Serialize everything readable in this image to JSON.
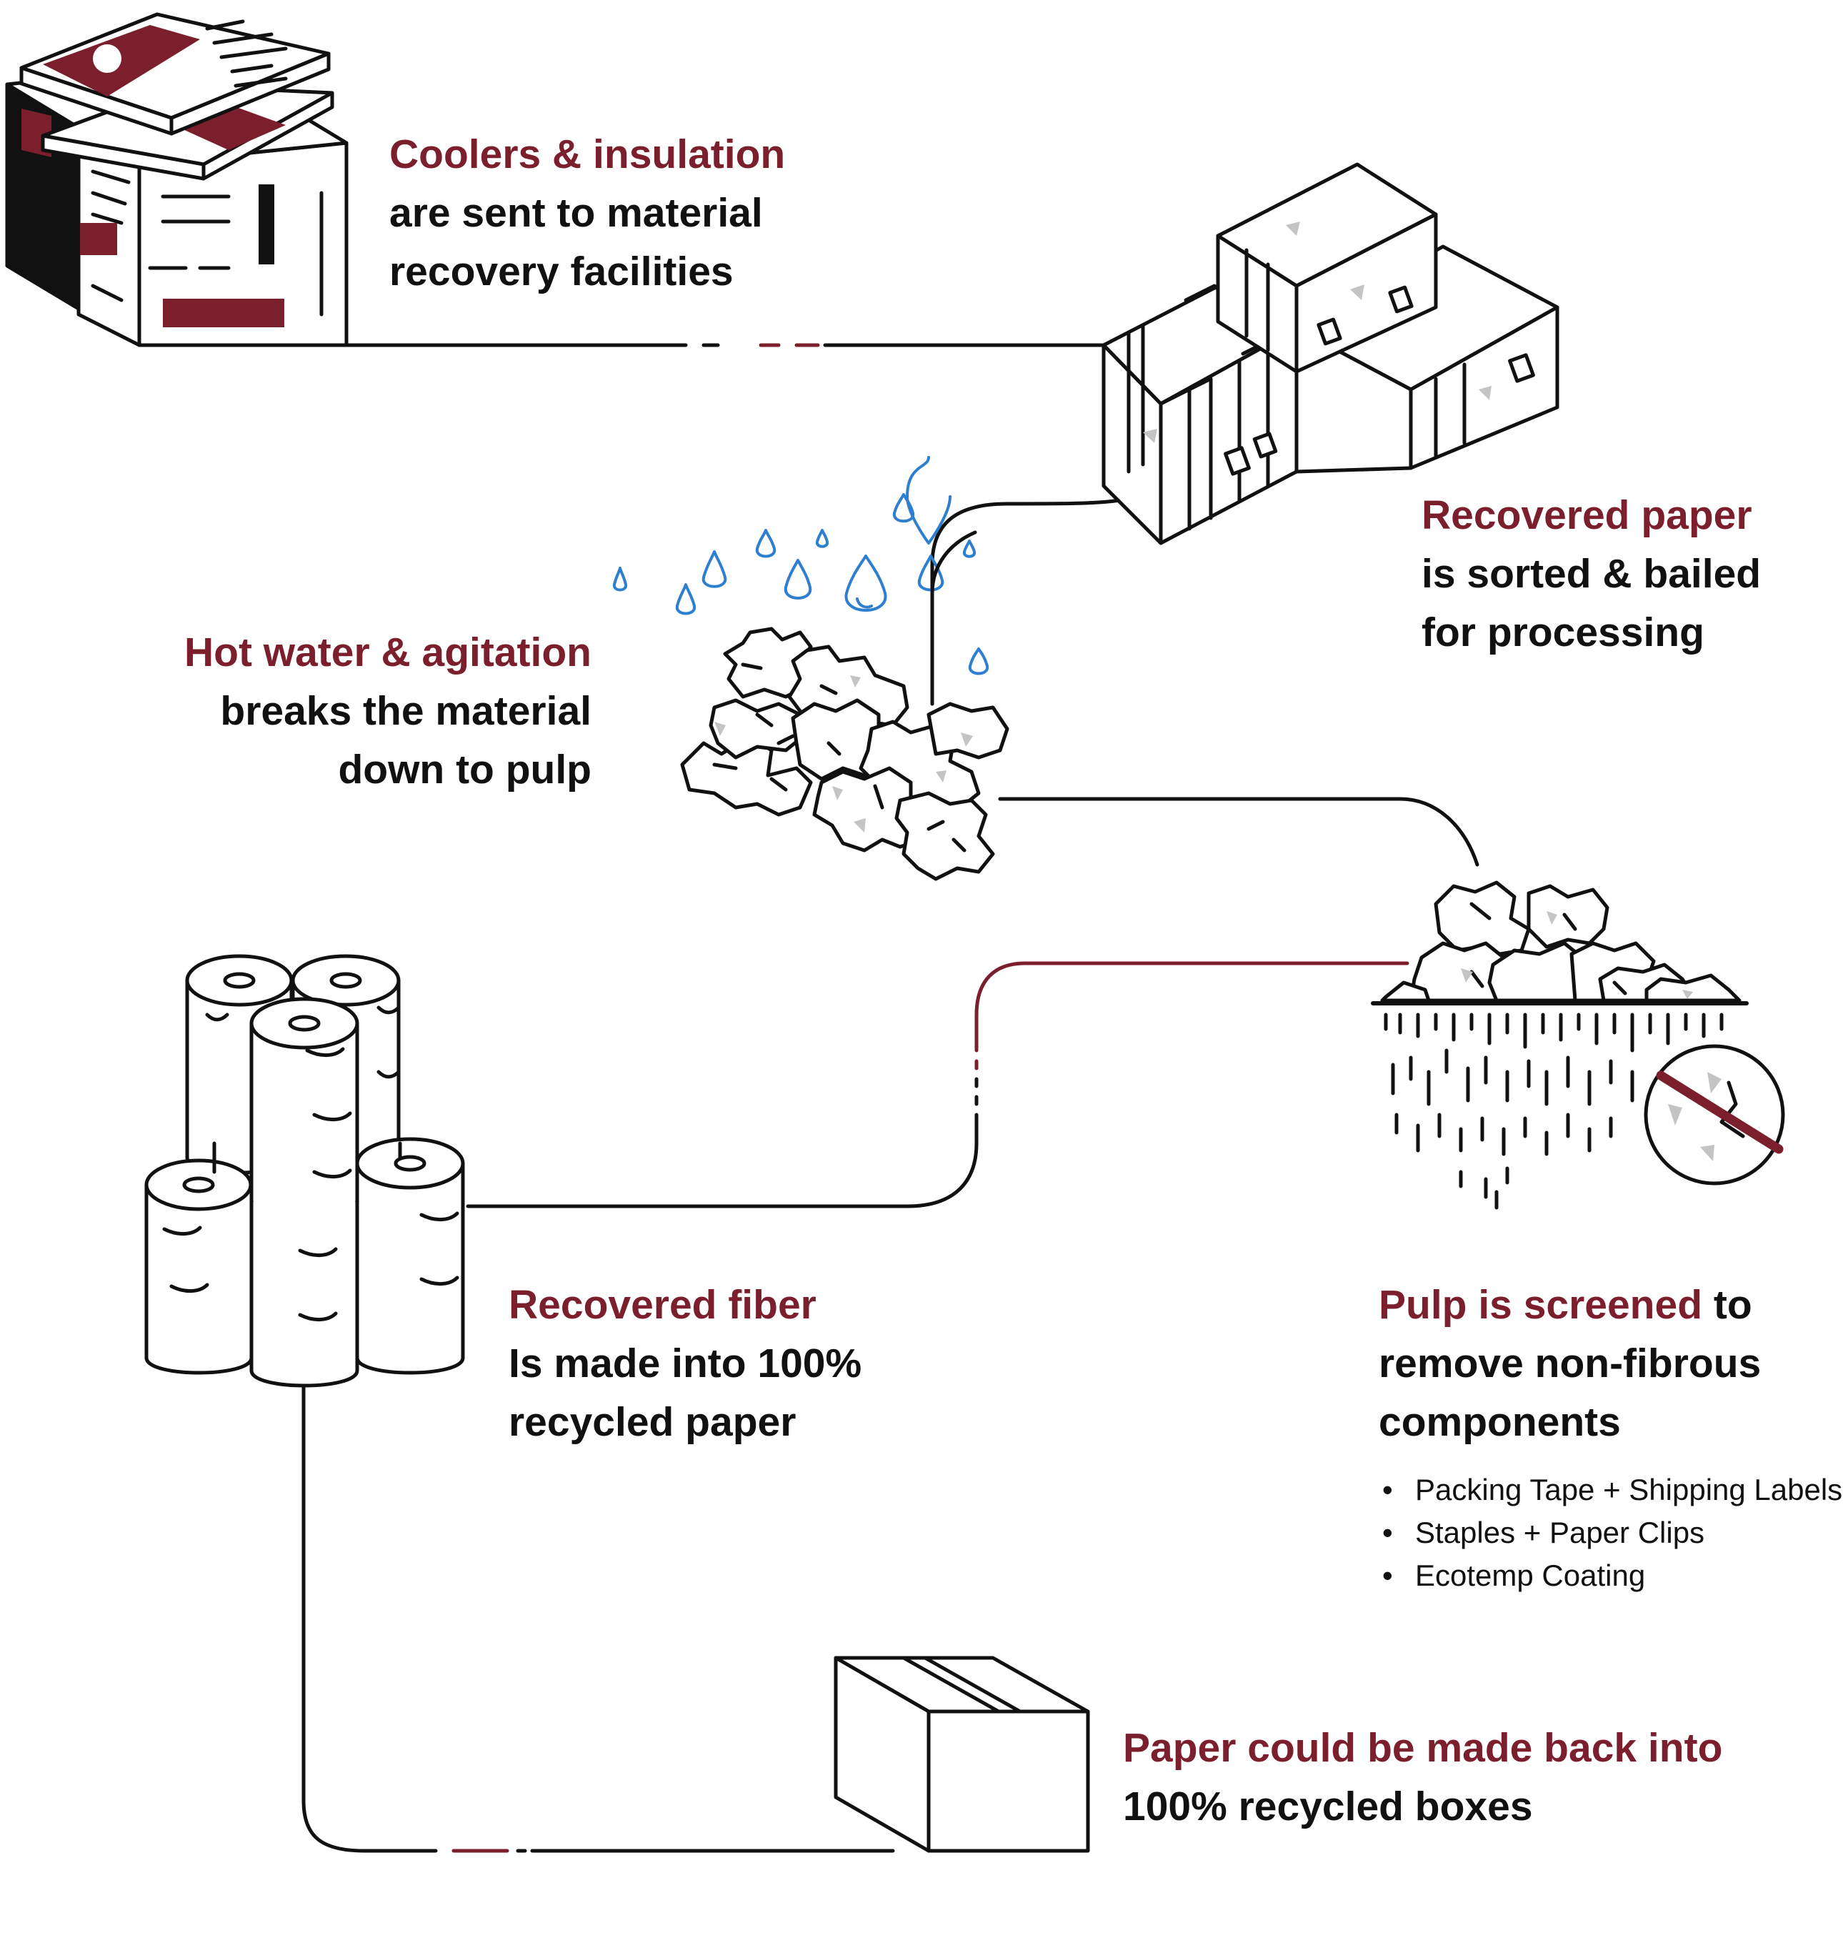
{
  "colors": {
    "accent": "#7a1f2b",
    "ink": "#111111",
    "water": "#2f7fd0",
    "debris": "#c4c4c4"
  },
  "icons": [
    "cooler-boxes-icon",
    "paper-bales-icon",
    "water-drops-icon",
    "pulp-icon",
    "screen-icon",
    "no-debris-icon",
    "paper-rolls-icon",
    "recycled-box-icon"
  ],
  "steps": {
    "coolers": {
      "highlight": "Coolers & insulation",
      "line2": "are sent to material",
      "line3": "recovery facilities"
    },
    "recovered": {
      "highlight": "Recovered paper",
      "line2": "is sorted & bailed",
      "line3": "for processing"
    },
    "hotwater": {
      "highlight": "Hot water & agitation",
      "line2": "breaks the material",
      "line3": "down to pulp"
    },
    "screened": {
      "highlight": "Pulp is screened",
      "suffix": " to",
      "line2": "remove non-fibrous",
      "line3": "components",
      "bullets": [
        "Packing Tape + Shipping Labels",
        "Staples + Paper Clips",
        "Ecotemp Coating"
      ]
    },
    "fiber": {
      "highlight": "Recovered fiber",
      "line2": "Is made into 100%",
      "line3": "recycled paper"
    },
    "boxes": {
      "highlight": "Paper could be made back into",
      "line2": "100% recycled boxes"
    }
  }
}
